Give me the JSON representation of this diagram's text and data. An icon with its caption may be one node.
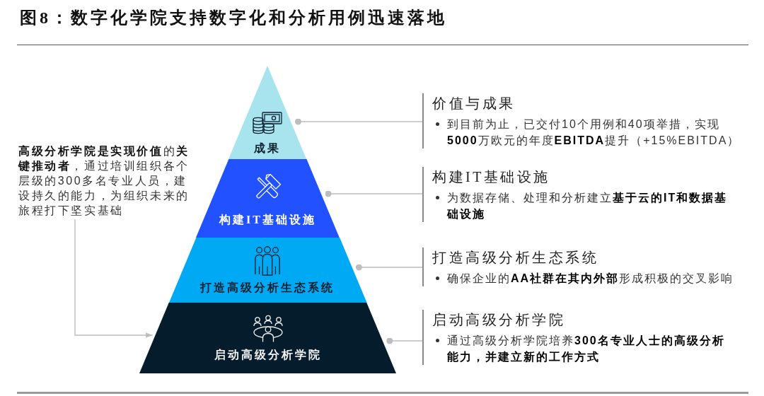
{
  "diagram": {
    "title": "图8：数字化学院支持数字化和分析用例迅速落地",
    "nodes": [
      {
        "text": [
          "成果"
        ]
      },
      {
        "text": [
          "构建IT基础设施"
        ]
      },
      {
        "text": [
          "打造高级分析生态系统"
        ]
      },
      {
        "text": [
          "启动高级分析学院"
        ]
      },
      {
        "text": [
          "价值与成果",
          "到目前为止，已交付10个用例和40项举措，实现**5000**万欧元的年度**EBITDA**提升（+15%EBITDA）"
        ]
      },
      {
        "text": [
          "构建IT基础设施",
          "为数据存储、处理和分析建立**基于云的IT和数据基础设施**"
        ]
      },
      {
        "text": [
          "打造高级分析生态系统",
          "确保企业的**AA社群在其内外部**形成积极的交叉影响"
        ]
      },
      {
        "text": [
          "启动高级分析学院",
          "通过高级分析学院培养**300名专业人士的高级分析能力，并建立新的工作方式**"
        ]
      },
      {
        "text": [
          "**高级分析学院是实现价值**的**关键推动者**，通过培训组织各个层级的300多名专业人员，建设持久的能力，为组织未来的旅程打下坚实基础"
        ]
      }
    ],
    "edges": [
      {
        "from": 0,
        "to": 4,
        "arrow": "other"
      },
      {
        "from": 1,
        "to": 5,
        "arrow": "other"
      },
      {
        "from": 2,
        "to": 6,
        "arrow": "other"
      },
      {
        "from": 3,
        "to": 7,
        "arrow": "other"
      },
      {
        "from": 8,
        "to": 3,
        "arrow": "to"
      }
    ]
  }
}
